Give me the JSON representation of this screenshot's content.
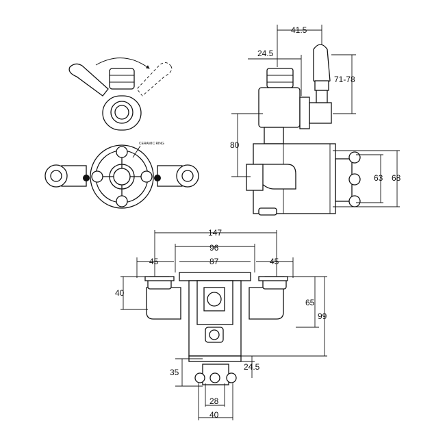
{
  "labels": {
    "ceramic_ring": "CERAMIC RING"
  },
  "side_view": {
    "d_41_5": "41.5",
    "d_24_5": "24.5",
    "d_71_78": "71-78",
    "d_80": "80",
    "d_63": "63",
    "d_68": "68"
  },
  "bottom_view": {
    "d_147": "147",
    "d_96": "96",
    "d_87": "87",
    "d_45_left": "45",
    "d_45_right": "45",
    "d_40_left": "40",
    "d_65": "65",
    "d_99": "99",
    "d_35": "35",
    "d_24_5": "24.5",
    "d_28": "28",
    "d_40_bottom": "40"
  }
}
